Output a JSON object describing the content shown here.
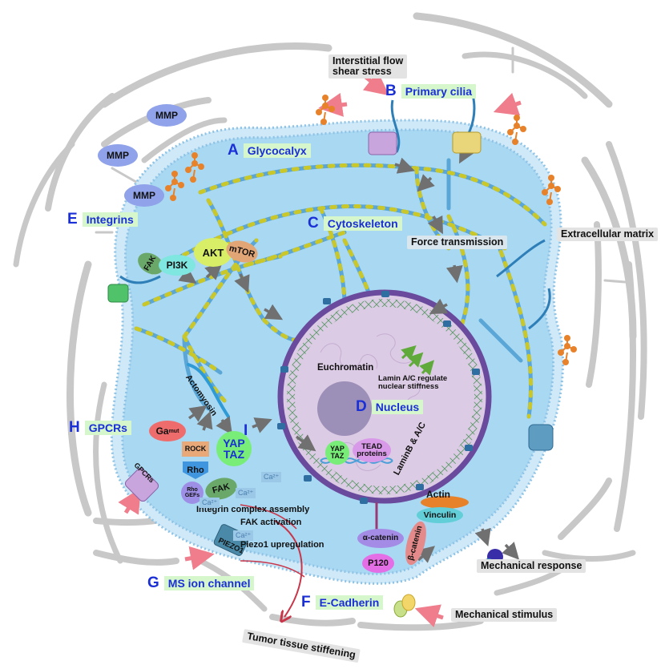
{
  "title": "Mechanotransduction in tumor cells",
  "colors": {
    "cell_fill": "#a9d8f2",
    "membrane": "#8fc3e6",
    "ecm_fiber": "#c8c8c8",
    "nucleus_fill": "#dccbe4",
    "nuclear_envelope": "#6a4a9c",
    "nucleolus": "#9c8fb8",
    "cytoskeleton_blue": "#5aa6d6",
    "cytoskeleton_yellow": "#c9c72a",
    "section_letter": "#1a2fd6",
    "section_label_bg": "#d6f7cc",
    "stimulus_arrow": "#ef7d8c",
    "signal_arrow": "#707070",
    "glycan": "#e8822a"
  },
  "sections": [
    {
      "letter": "A",
      "name": "Glycocalyx"
    },
    {
      "letter": "B",
      "name": "Primary cilia"
    },
    {
      "letter": "C",
      "name": "Cytoskeleton"
    },
    {
      "letter": "D",
      "name": "Nucleus"
    },
    {
      "letter": "E",
      "name": "Integrins"
    },
    {
      "letter": "F",
      "name": "E-Cadherin"
    },
    {
      "letter": "G",
      "name": "MS ion channel"
    },
    {
      "letter": "H",
      "name": "GPCRs"
    },
    {
      "letter": "I",
      "name": ""
    }
  ],
  "callouts": {
    "interstitial_flow": [
      "Interstitial flow",
      "shear stress"
    ],
    "force_transmission": "Force transmission",
    "extracellular_matrix": "Extracellular matrix",
    "mechanical_response": "Mechanical response",
    "mechanical_stimulus": "Mechanical stimulus",
    "tumor_stiffening": "Tumor tissue stiffening"
  },
  "annotations": {
    "euchromatin": "Euchromatin",
    "lamin_regulate": [
      "Lamin A/C regulate",
      "nuclear stiffness"
    ],
    "lamin_b_ac": "LaminB & A/C",
    "actomyosin": "Actomyosin",
    "integrin_assembly": "Integrin complex assembly",
    "fak_activation": "FAK activation",
    "piezo_upregulation": "Piezo1 upregulation"
  },
  "molecules": {
    "mmp": [
      "MMP",
      "MMP",
      "MMP"
    ],
    "fak_top": "FAK",
    "pi3k": "PI3K",
    "akt": "AKT",
    "mtor": "mTOR",
    "ga_mut": "Ga",
    "ga_mut_sup": "mut",
    "gpcrs_receptor": "GPCRs",
    "rock": "ROCK",
    "rho": "Rho",
    "rho_gefs": [
      "Rho",
      "GEFs"
    ],
    "fak_bottom": "FAK",
    "yap_taz": [
      "YAP",
      "TAZ"
    ],
    "yap_taz_nuclear": [
      "YAP",
      "TAZ"
    ],
    "tead": [
      "TEAD",
      "proteins"
    ],
    "piezo1": "PIEZO1",
    "actin": "Actin",
    "vinculin": "Vinculin",
    "alpha_catenin": "α-catenin",
    "beta_catenin": "β-catenin",
    "p120": "P120",
    "calcium": "Ca²⁺"
  }
}
